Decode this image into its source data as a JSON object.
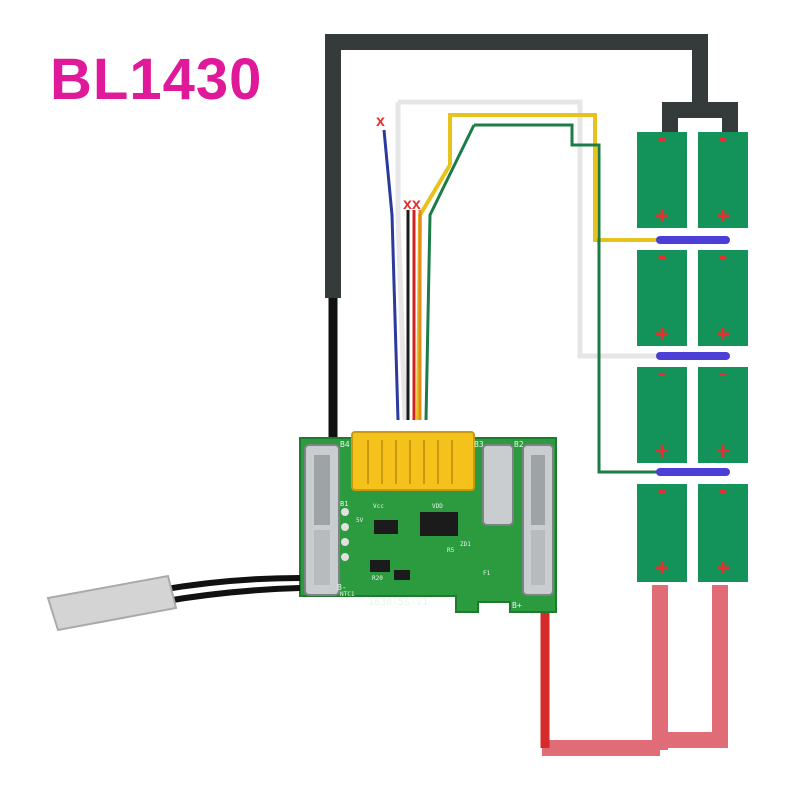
{
  "title": "BL1430",
  "cut_marks": {
    "single": "x",
    "double": "xx"
  },
  "cell_labels": {
    "positive": "+",
    "negative": "-"
  },
  "pcb": {
    "board_label": "1830-5S-V1",
    "pins": [
      "B4",
      "B3",
      "B2",
      "B1",
      "B-",
      "B+"
    ],
    "sensor_label": "NTC1",
    "small_labels": [
      "5V",
      "VDD",
      "Vcc",
      "ZD1",
      "R5",
      "R20",
      "F1"
    ]
  },
  "colors": {
    "title": "#e0189a",
    "battery_cell": "#13935a",
    "pcb": "#2c9a3e",
    "connector": "#f5c21b",
    "thick_negative_wire": "#353b3b",
    "positive_wire": "#e06c77",
    "cell_link": "#4b3fd6",
    "mark_red": "#e53030"
  },
  "wires": [
    "black",
    "white",
    "yellow",
    "green",
    "blue",
    "red",
    "orange"
  ]
}
